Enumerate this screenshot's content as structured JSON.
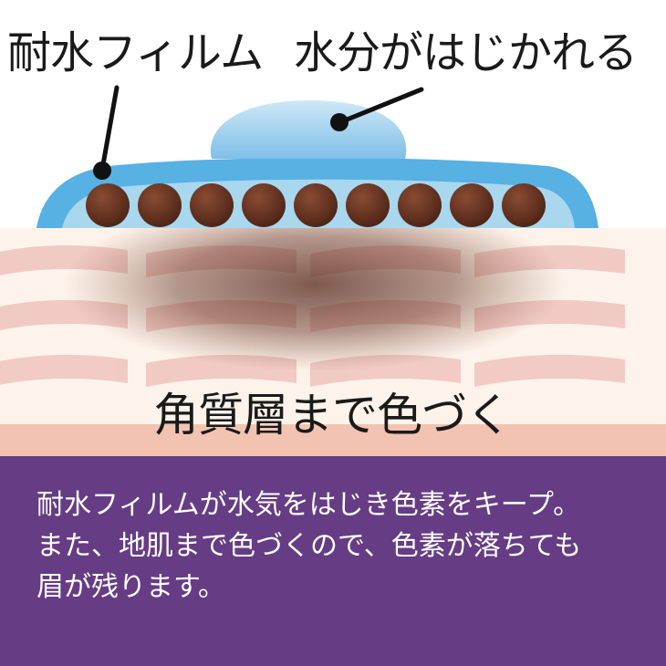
{
  "labels": {
    "film": "耐水フィルム",
    "water": "水分がはじかれる",
    "skin": "角質層まで色づく"
  },
  "caption": {
    "lines": [
      "耐水フィルムが水気をはじき色素をキープ。",
      "また、地肌まで色づくので、色素が落ちても",
      "眉が残ります。"
    ]
  },
  "colors": {
    "skin": "#fdf3ea",
    "skin_band": "#f3c3b2",
    "ridge": "#f1c8c3",
    "film": "#57b1e3",
    "film_inner": "#a9d7ee",
    "water_drop": "#8dc8eb",
    "pigment": "#6a3726",
    "caption_bg": "#663c85",
    "text": "#1a1a1a"
  },
  "icons": [
    "pigment-particle",
    "water-droplet",
    "pointer-line"
  ]
}
